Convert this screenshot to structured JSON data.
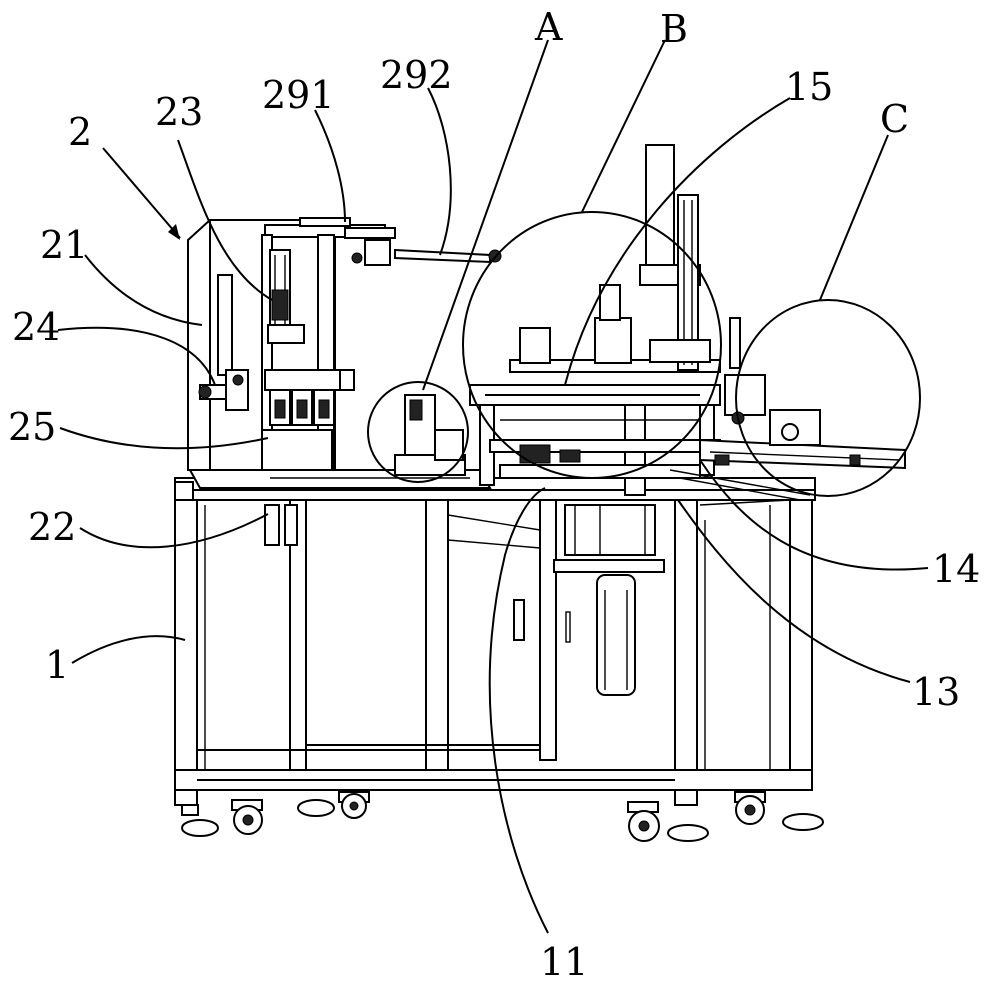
{
  "labels": {
    "l_2": "2",
    "l_23": "23",
    "l_291": "291",
    "l_292": "292",
    "l_A": "A",
    "l_B": "B",
    "l_15": "15",
    "l_C": "C",
    "l_21": "21",
    "l_24": "24",
    "l_25": "25",
    "l_22": "22",
    "l_1": "1",
    "l_14": "14",
    "l_13": "13",
    "l_11": "11"
  }
}
